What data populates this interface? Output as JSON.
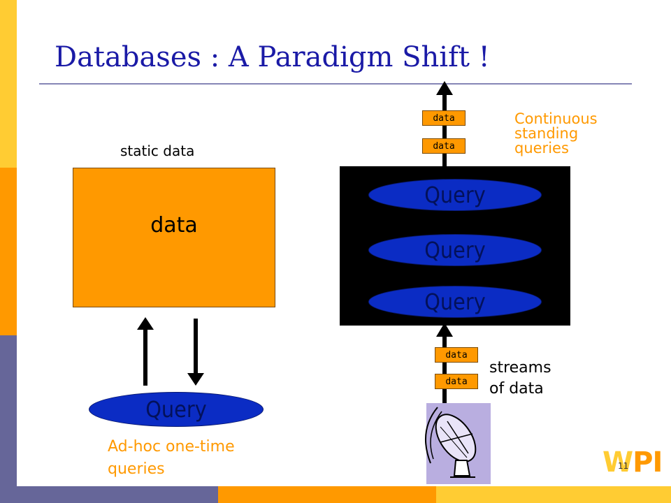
{
  "slide": {
    "title": "Databases : A Paradigm Shift !",
    "page_number": "11"
  },
  "left_panel": {
    "static_label": "static data",
    "box_label": "data",
    "query_label": "Query",
    "caption_line1": "Ad-hoc one-time",
    "caption_line2": "queries"
  },
  "right_panel": {
    "queries": [
      "Query",
      "Query",
      "Query"
    ],
    "output_chips": [
      "data",
      "data"
    ],
    "input_chips": [
      "data",
      "data"
    ],
    "continuous_line1": "Continuous",
    "continuous_line2": "standing",
    "continuous_line3": "queries",
    "streams_line1": "streams",
    "streams_line2": "of data"
  },
  "logo": {
    "letters": [
      "W",
      "P",
      "I"
    ],
    "color_light": "#ffcc33",
    "color_dark": "#ff9900"
  },
  "colors": {
    "band_yellow": "#ffcc33",
    "band_orange": "#ff9900",
    "band_purple": "#666699",
    "title": "#1a1aa6",
    "query_fill": "#0b2cc4",
    "accent_text": "#ff9900"
  },
  "icons": {
    "satellite": "satellite-dish-icon"
  }
}
